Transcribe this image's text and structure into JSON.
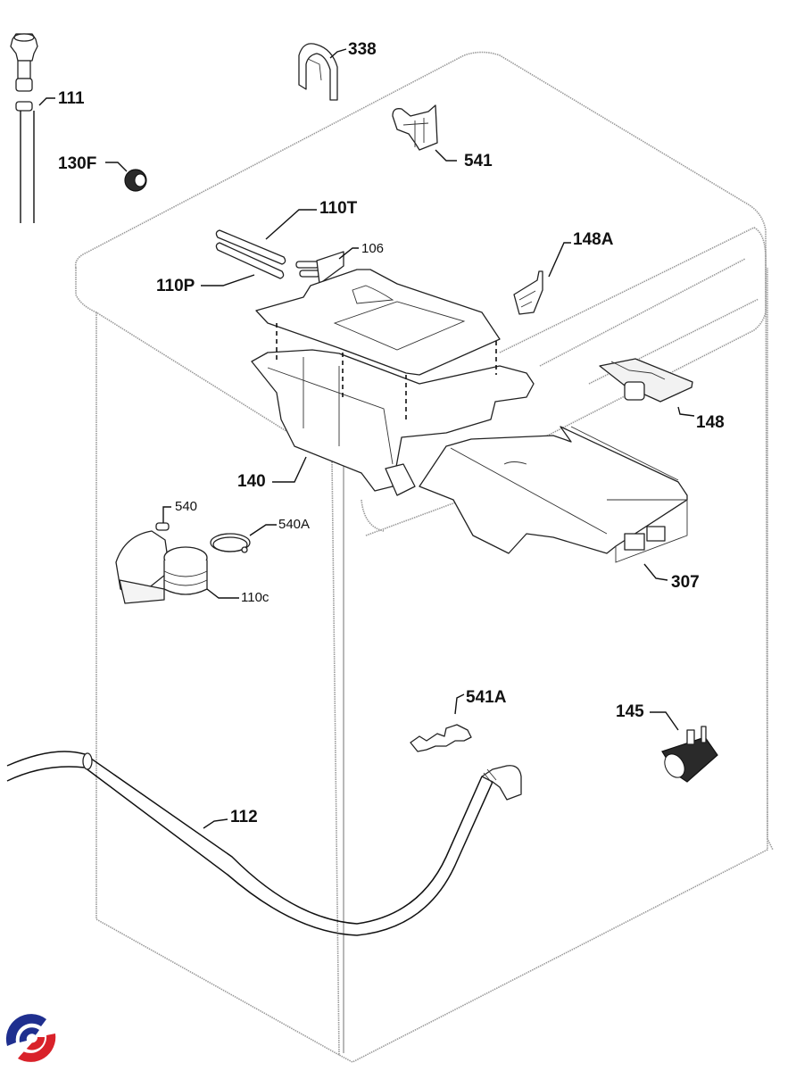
{
  "diagram": {
    "title": "Washing machine exploded parts diagram - cabinet top, detergent dispenser and hoses",
    "parts": [
      {
        "id": "111",
        "description": "inlet hose with threaded coupling"
      },
      {
        "id": "130F",
        "description": "grommet"
      },
      {
        "id": "338",
        "description": "hose guide bracket (U-shape)"
      },
      {
        "id": "541",
        "description": "clip bracket"
      },
      {
        "id": "110T",
        "description": "tube"
      },
      {
        "id": "110P",
        "description": "tube"
      },
      {
        "id": "106",
        "description": "connector"
      },
      {
        "id": "148A",
        "description": "bracket"
      },
      {
        "id": "148",
        "description": "dispenser handle / latch"
      },
      {
        "id": "140",
        "description": "detergent dispenser housing"
      },
      {
        "id": "307",
        "description": "detergent drawer"
      },
      {
        "id": "540",
        "description": "hose clamp"
      },
      {
        "id": "540A",
        "description": "clamp ring"
      },
      {
        "id": "110C",
        "description": "bellows connector"
      },
      {
        "id": "541A",
        "description": "clip"
      },
      {
        "id": "145",
        "description": "pressure switch / nozzle"
      },
      {
        "id": "112",
        "description": "drain hose"
      }
    ],
    "labels": {
      "l111": "111",
      "l130F": "130F",
      "l338": "338",
      "l541": "541",
      "l110T": "110T",
      "l110P": "110P",
      "l106": "106",
      "l148A": "148A",
      "l148": "148",
      "l140": "140",
      "l307": "307",
      "l540": "540",
      "l540A": "540A",
      "l110c": "110c",
      "l541A": "541A",
      "l145": "145",
      "l112": "112"
    },
    "colors": {
      "line": "#222222",
      "cabinet": "#9a9a9a",
      "logo_blue": "#1f2f8f",
      "logo_red": "#d9222a"
    }
  }
}
